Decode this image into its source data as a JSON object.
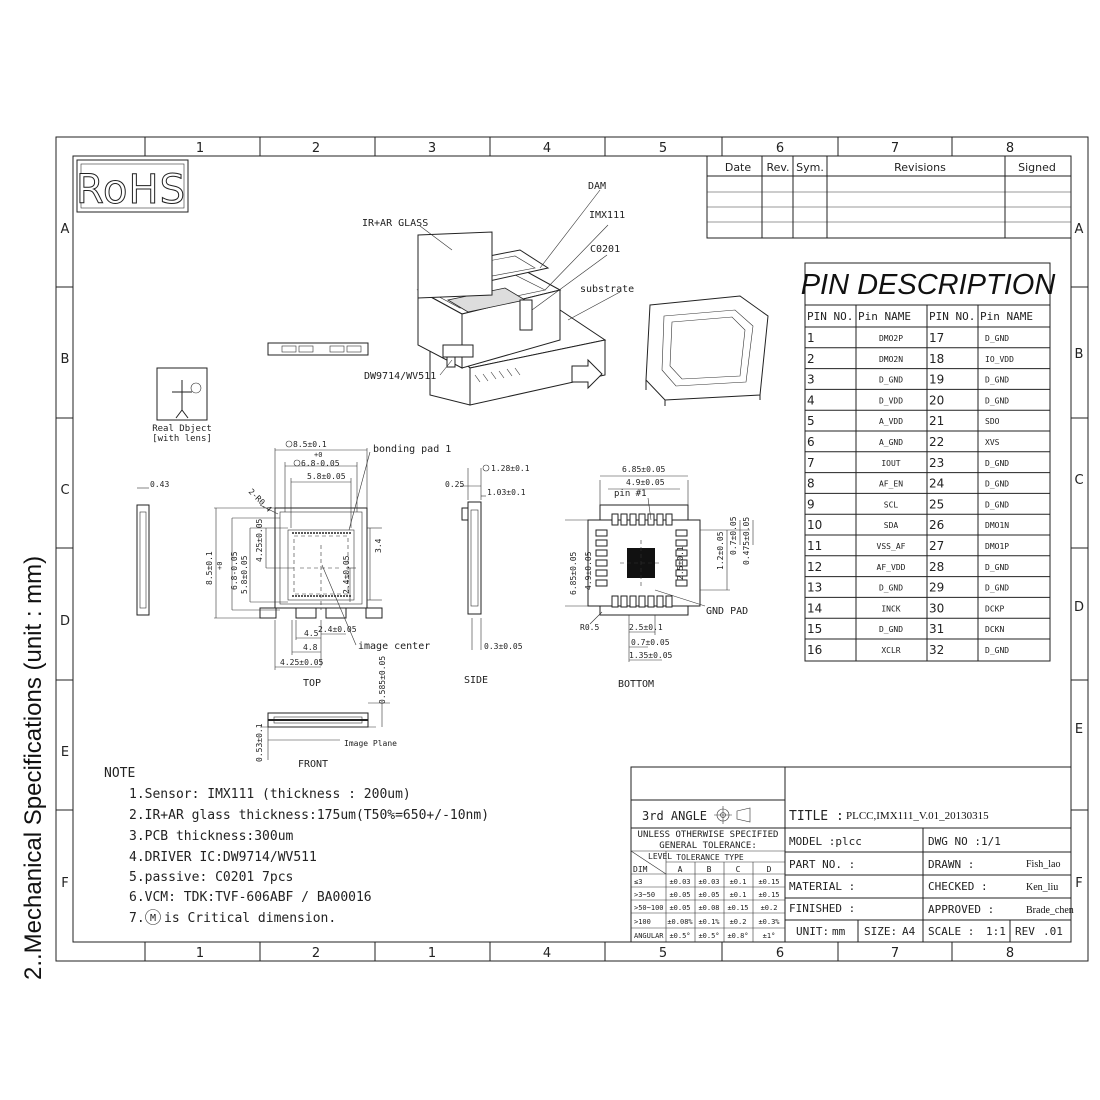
{
  "side_caption": {
    "prefix": "2. ",
    "text": ".Mechanical Specifications (unit : mm)"
  },
  "frame": {
    "columns": [
      "1",
      "2",
      "3",
      "4",
      "5",
      "6",
      "7",
      "8"
    ],
    "bottom_columns": [
      "1",
      "2",
      "1",
      "4",
      "5",
      "6",
      "7",
      "8"
    ],
    "rows": [
      "A",
      "B",
      "C",
      "D",
      "E",
      "F"
    ]
  },
  "rohs": "RoHS",
  "revisions": {
    "headers": [
      "Date",
      "Rev.",
      "Sym.",
      "Revisions",
      "Signed"
    ]
  },
  "exploded": {
    "labels": {
      "glass": "IR+AR GLASS",
      "dam": "DAM",
      "sensor": "IMX111",
      "cap": "C0201",
      "substrate": "substrate",
      "driver": "DW9714/WV511"
    }
  },
  "real_object": {
    "line1": "Real Dbject",
    "line2": "[with lens]"
  },
  "top_view": {
    "dims": {
      "w85": "8.5±0.1",
      "w68": "6.8-0.05",
      "w68_plus": "+0",
      "w58": "5.8±0.05",
      "h85": "8.5±0.1",
      "h68": "6.8-0.05",
      "h68_plus": "+0",
      "h58": "5.8±0.05",
      "h425": "4.25±0.05",
      "h34": "3.4",
      "h24": "2.4±0.05",
      "w24": "2.4±0.05",
      "w45": "4.5",
      "w48": "4.8",
      "w425": "4.25±0.05",
      "r04": "2-R0.4",
      "left043": "0.43"
    },
    "bonding": "bonding pad 1",
    "image_center": "image center",
    "caption": "TOP"
  },
  "side_view": {
    "dims": {
      "t128": "1.28±0.1",
      "t025": "0.25",
      "t103": "1.03±0.1",
      "t03": "0.3±0.05"
    },
    "caption": "SIDE"
  },
  "bottom_view": {
    "dims": {
      "w685": "6.85±0.05",
      "w49": "4.9±0.05",
      "h685": "6.85±0.05",
      "h49": "4.9±0.05",
      "d25a": "2.5±0.1",
      "d12": "1.2±0.05",
      "d07": "0.7±0.05",
      "d0475": "0.475±0.05",
      "d25b": "2.5±0.1",
      "d07b": "0.7±0.05",
      "d135": "1.35±0.05",
      "r05": "R0.5"
    },
    "pin1": "pin #1",
    "gnd_pad": "GND PAD",
    "caption": "BOTTOM"
  },
  "front_view": {
    "dims": {
      "d0585": "0.585±0.05",
      "d053": "0.53±0.1"
    },
    "image_plane": "Image Plane",
    "caption": "FRONT"
  },
  "pin_description": {
    "title": "PIN DESCRIPTION",
    "headers": [
      "PIN NO.",
      "Pin NAME",
      "PIN NO.",
      "Pin NAME"
    ],
    "rows": [
      [
        "1",
        "DMO2P",
        "17",
        "D_GND"
      ],
      [
        "2",
        "DMO2N",
        "18",
        "IO_VDD"
      ],
      [
        "3",
        "D_GND",
        "19",
        "D_GND"
      ],
      [
        "4",
        "D_VDD",
        "20",
        "D_GND"
      ],
      [
        "5",
        "A_VDD",
        "21",
        "SDO"
      ],
      [
        "6",
        "A_GND",
        "22",
        "XVS"
      ],
      [
        "7",
        "IOUT",
        "23",
        "D_GND"
      ],
      [
        "8",
        "AF_EN",
        "24",
        "D_GND"
      ],
      [
        "9",
        "SCL",
        "25",
        "D_GND"
      ],
      [
        "10",
        "SDA",
        "26",
        "DMO1N"
      ],
      [
        "11",
        "VSS_AF",
        "27",
        "DMO1P"
      ],
      [
        "12",
        "AF_VDD",
        "28",
        "D_GND"
      ],
      [
        "13",
        "D_GND",
        "29",
        "D_GND"
      ],
      [
        "14",
        "INCK",
        "30",
        "DCKP"
      ],
      [
        "15",
        "D_GND",
        "31",
        "DCKN"
      ],
      [
        "16",
        "XCLR",
        "32",
        "D_GND"
      ]
    ]
  },
  "notes": {
    "heading": "NOTE",
    "items": [
      "1.Sensor: IMX111 (thickness : 200um)",
      "2.IR+AR glass thickness:175um(T50%=650+/-10nm)",
      "3.PCB thickness:300um",
      "4.DRIVER IC:DW9714/WV511",
      "5.passive: C0201   7pcs",
      "6.VCM: TDK:TVF-606ABF / BA00016",
      "7.",
      "is Critical dimension."
    ],
    "critical_symbol": "M"
  },
  "title_block": {
    "angle": "3rd ANGLE",
    "title_label": "TITLE :",
    "title_value": "PLCC,IMX111_V.01_20130315",
    "unless1": "UNLESS OTHERWISE SPECIFIED",
    "unless2": "GENERAL TOLERANCE:",
    "level": "LEVEL",
    "dim": "DIM",
    "tol_type": "TOLERANCE TYPE",
    "tol_cols": [
      "A",
      "B",
      "C",
      "D"
    ],
    "tol_rows": [
      [
        "≤3",
        "±0.03",
        "±0.03",
        "±0.1",
        "±0.15"
      ],
      [
        ">3~50",
        "±0.05",
        "±0.05",
        "±0.1",
        "±0.15"
      ],
      [
        ">50~100",
        "±0.05",
        "±0.08",
        "±0.15",
        "±0.2"
      ],
      [
        ">100",
        "±0.08%",
        "±0.1%",
        "±0.2",
        "±0.3%"
      ],
      [
        "ANGULAR",
        "±0.5°",
        "±0.5°",
        "±0.8°",
        "±1°"
      ]
    ],
    "model_label": "MODEL :plcc",
    "dwg_label": "DWG NO :1/1",
    "part_label": "PART NO. :",
    "drawn_label": "DRAWN :",
    "drawn_value": "Fish_lao",
    "material_label": "MATERIAL :",
    "checked_label": "CHECKED :",
    "checked_value": "Ken_liu",
    "finished_label": "FINISHED :",
    "approved_label": "APPROVED :",
    "approved_value": "Brade_chen",
    "unit_label": "UNIT:",
    "unit_value": "mm",
    "size_label": "SIZE:",
    "size_value": "A4",
    "scale_label": "SCALE :",
    "scale_value": "1:1",
    "rev_label": "REV",
    "rev_value": ".01"
  }
}
